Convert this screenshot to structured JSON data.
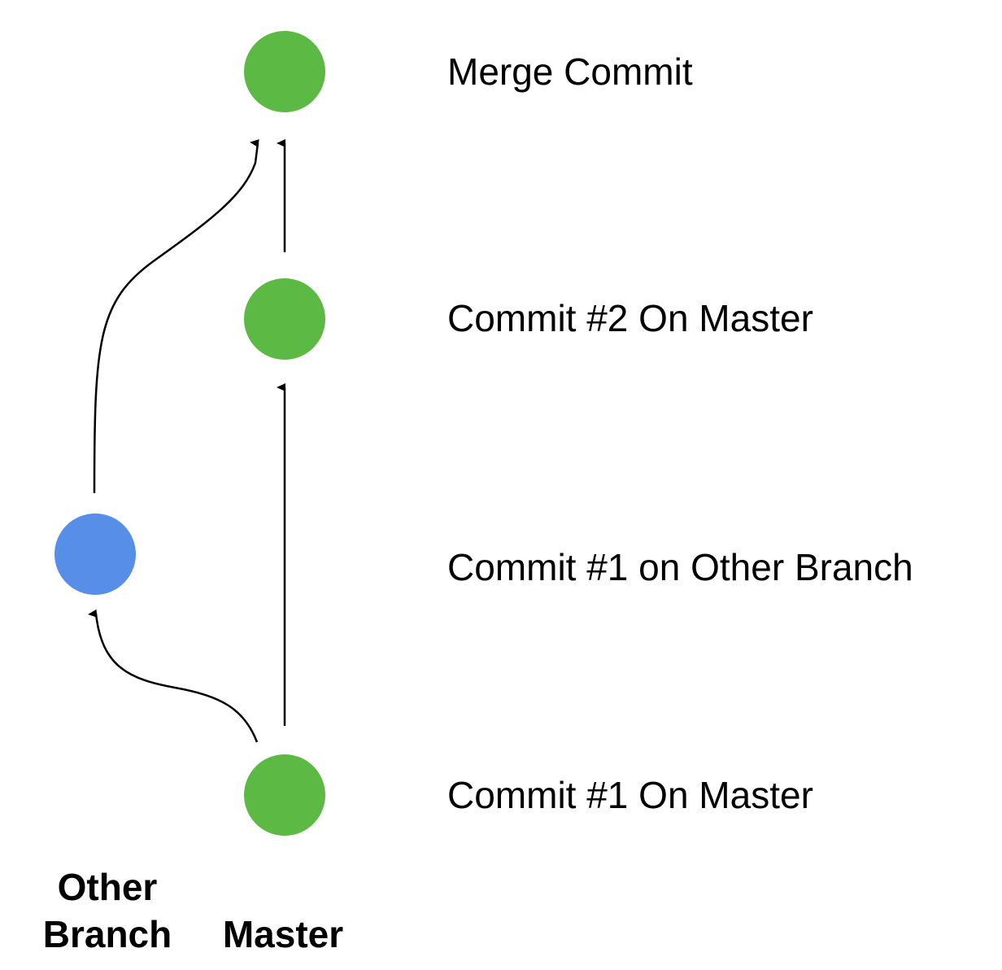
{
  "diagram": {
    "type": "git-commit-graph",
    "colors": {
      "master_node": "#5cb944",
      "branch_node": "#568ee8",
      "edge": "#000000"
    },
    "nodes": [
      {
        "id": "merge",
        "label": "Merge Commit",
        "branch": "Master"
      },
      {
        "id": "commit2-master",
        "label": "Commit #2 On Master",
        "branch": "Master"
      },
      {
        "id": "commit1-other",
        "label": "Commit #1 on Other Branch",
        "branch": "Other Branch"
      },
      {
        "id": "commit1-master",
        "label": "Commit #1 On Master",
        "branch": "Master"
      }
    ],
    "edges": [
      {
        "from": "commit1-master",
        "to": "commit2-master"
      },
      {
        "from": "commit2-master",
        "to": "merge"
      },
      {
        "from": "commit1-master",
        "to": "commit1-other"
      },
      {
        "from": "commit1-other",
        "to": "merge"
      }
    ],
    "branch_labels": {
      "other_line1": "Other",
      "other_line2": "Branch",
      "master": "Master"
    }
  }
}
